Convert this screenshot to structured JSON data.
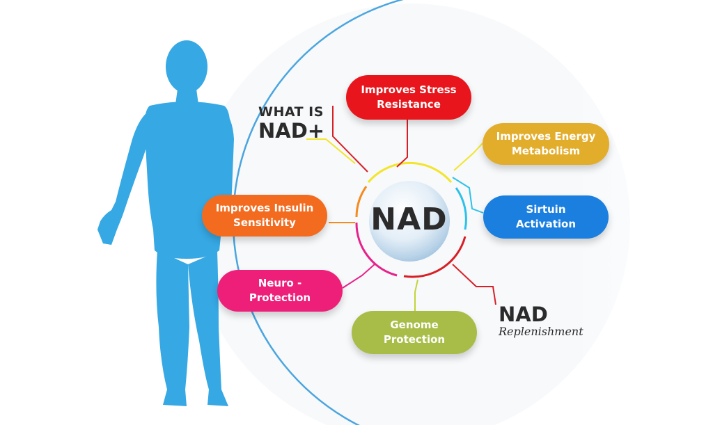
{
  "center": {
    "label": "NAD"
  },
  "title": {
    "line1": "WHAT IS",
    "line2": "NAD+"
  },
  "replenishment": {
    "line1": "NAD",
    "line2": "Replenishment"
  },
  "pills": {
    "stress": {
      "line1": "Improves Stress",
      "line2": "Resistance",
      "color": "#e8161c"
    },
    "energy": {
      "line1": "Improves Energy",
      "line2": "Metabolism",
      "color": "#e3ad2c"
    },
    "sirtuin": {
      "line1": "Sirtuin",
      "line2": "Activation",
      "color": "#1b7fe0"
    },
    "insulin": {
      "line1": "Improves Insulin",
      "line2": "Sensitivity",
      "color": "#f26b1f"
    },
    "neuro": {
      "line1": "Neuro -",
      "line2": "Protection",
      "color": "#ee1f79"
    },
    "genome": {
      "line1": "Genome",
      "line2": "Protection",
      "color": "#a7bd47"
    }
  },
  "colors": {
    "figure": "#36a8e4",
    "arc": "#4aa5df",
    "connector_red": "#d81f26",
    "connector_yellow": "#f3e52a",
    "connector_cyan": "#2ec1e8",
    "connector_pink": "#e8208a",
    "connector_orange": "#f58a1f",
    "connector_green": "#c3d43a"
  }
}
